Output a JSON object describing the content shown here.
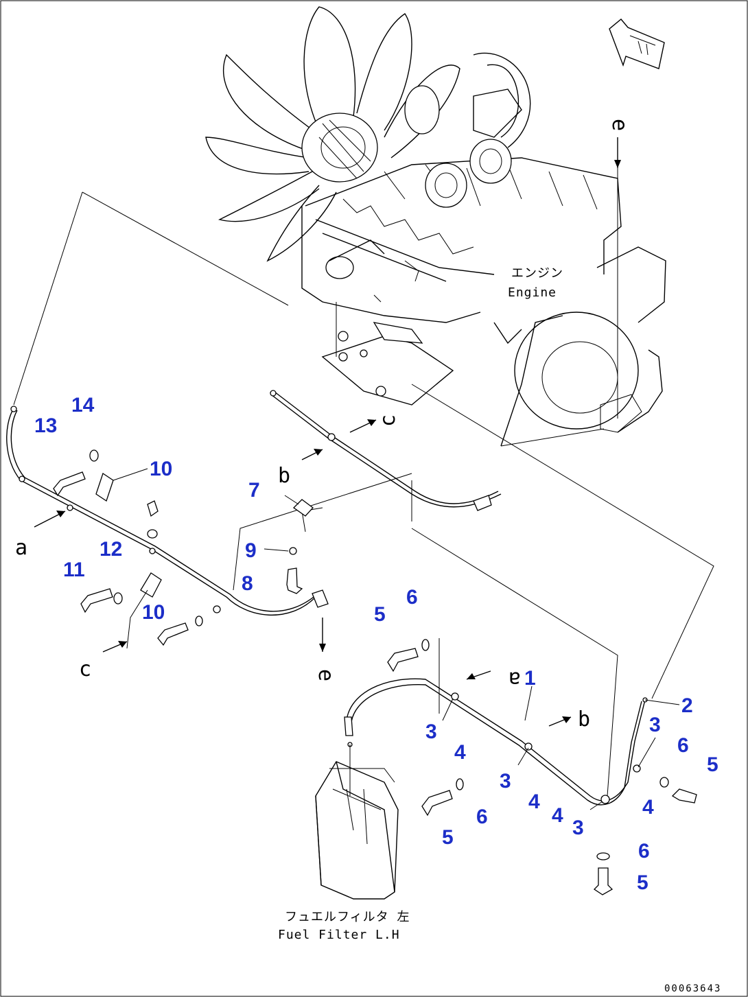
{
  "labels": {
    "engine_jp": "エンジン",
    "engine_en": "Engine",
    "filter_jp": "フュエルフィルタ 左",
    "filter_en": "Fuel Filter L.H",
    "drawing_code": "00063643"
  },
  "connection_refs": {
    "a": "a",
    "b": "b",
    "c": "c",
    "e": "e"
  },
  "parts": {
    "p1": "1",
    "p2": "2",
    "p3": "3",
    "p4": "4",
    "p5": "5",
    "p6": "6",
    "p7": "7",
    "p8": "8",
    "p9": "9",
    "p10": "10",
    "p11": "11",
    "p12": "12",
    "p13": "13",
    "p14": "14"
  },
  "colors": {
    "part_number": "#1c2ec8",
    "linework": "#000000"
  }
}
